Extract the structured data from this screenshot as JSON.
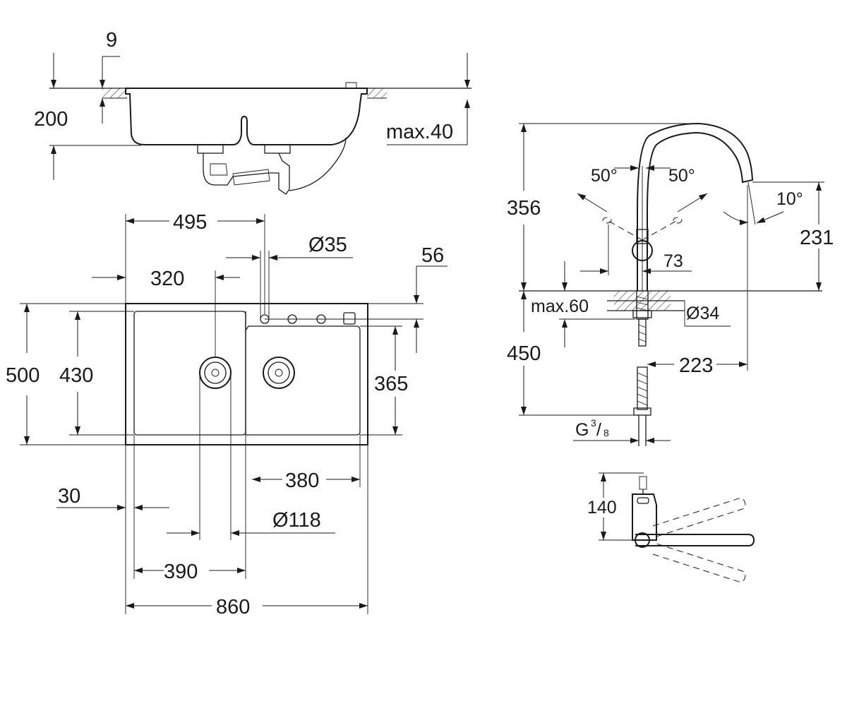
{
  "sink_section": {
    "lip_thickness": "9",
    "depth": "200",
    "countertop_max": "max.40"
  },
  "sink_plan": {
    "left_bowl_width": "495",
    "left_drain_offset": "320",
    "tap_hole_diameter": "Ø35",
    "tap_hole_offset": "56",
    "overall_depth": "500",
    "bowl_depth": "430",
    "right_bowl_depth": "365",
    "right_bowl_width": "380",
    "edge_offset": "30",
    "drain_diameter": "Ø118",
    "left_bowl_inner": "390",
    "overall_width": "860"
  },
  "faucet_side": {
    "height": "356",
    "swivel_left": "50°",
    "swivel_right": "50°",
    "spout_angle": "10°",
    "spout_height": "231",
    "lever_offset": "73",
    "deck_max": "max.60",
    "hole_diameter": "Ø34",
    "hose_length": "450",
    "reach": "223",
    "thread_main": "G",
    "thread_num": "3",
    "thread_den": "8"
  },
  "faucet_top": {
    "depth": "140"
  }
}
